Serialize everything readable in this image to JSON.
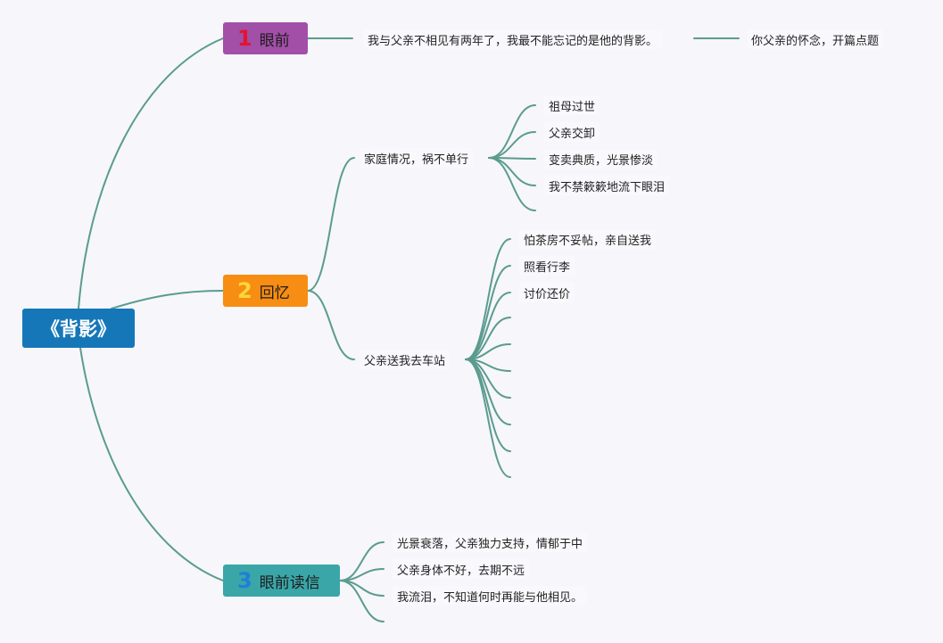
{
  "colors": {
    "line": "#5b9b8f",
    "root_bg": "#1577b8",
    "branch1_bg": "#a24fa8",
    "branch1_num": "#e0152f",
    "branch2_bg": "#f78d13",
    "branch2_num": "#ffd73a",
    "branch3_bg": "#3aa6a8",
    "branch3_num": "#1f7fd6"
  },
  "root": {
    "title": "《背影》"
  },
  "branches": [
    {
      "num": "1",
      "label": "眼前"
    },
    {
      "num": "2",
      "label": "回忆"
    },
    {
      "num": "3",
      "label": "眼前读信"
    }
  ],
  "b1": {
    "text": "我与父亲不相见有两年了，我最不能忘记的是他的背影。",
    "note": "你父亲的怀念，开篇点题"
  },
  "b2": {
    "sub1": {
      "label": "家庭情况，祸不单行",
      "items": [
        "祖母过世",
        "父亲交卸",
        "变卖典质，光景惨淡",
        "我不禁簌簌地流下眼泪"
      ]
    },
    "sub2": {
      "label": "父亲送我去车站",
      "items": [
        "怕茶房不妥帖，亲自送我",
        "照看行李",
        "讨价还价"
      ]
    }
  },
  "b3": {
    "items": [
      "光景衰落，父亲独力支持，情郁于中",
      "父亲身体不好，去期不远",
      "我流泪，不知道何时再能与他相见。"
    ]
  }
}
